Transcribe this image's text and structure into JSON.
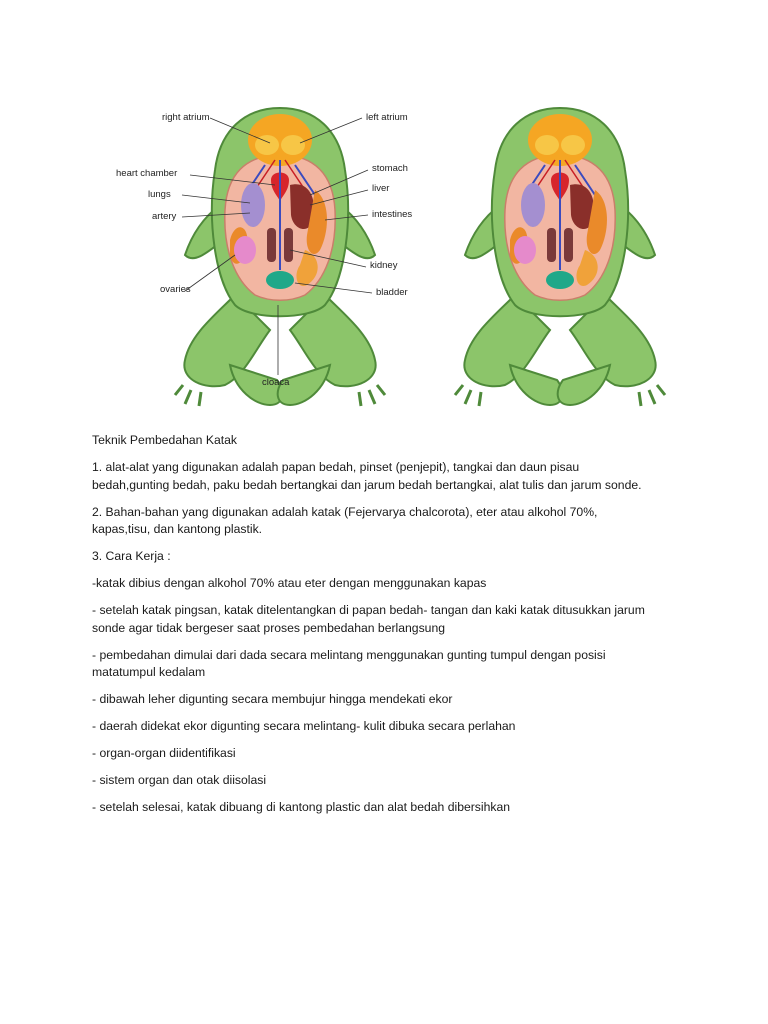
{
  "diagram": {
    "labels": {
      "right_atrium": "right atrium",
      "left_atrium": "left atrium",
      "heart_chamber": "heart chamber",
      "stomach": "stomach",
      "lungs": "lungs",
      "liver": "liver",
      "artery": "artery",
      "intestines": "intestines",
      "kidney": "kidney",
      "ovaries": "ovaries",
      "bladder": "bladder",
      "cloaca": "cloaca"
    }
  },
  "document": {
    "title": "Teknik Pembedahan Katak",
    "paragraphs": [
      "1. alat-alat yang digunakan adalah papan bedah, pinset (penjepit), tangkai dan daun pisau bedah,gunting bedah, paku bedah bertangkai dan jarum bedah bertangkai, alat tulis dan jarum sonde.",
      "2. Bahan-bahan yang digunakan adalah katak (Fejervarya chalcorota), eter atau alkohol 70%, kapas,tisu, dan kantong plastik.",
      "3. Cara Kerja :",
      "-katak dibius dengan alkohol 70% atau eter dengan menggunakan kapas",
      "- setelah katak pingsan, katak ditelentangkan di papan bedah- tangan dan kaki katak ditusukkan jarum sonde agar tidak bergeser saat proses pembedahan berlangsung",
      "- pembedahan dimulai dari dada secara melintang menggunakan gunting tumpul dengan posisi matatumpul kedalam",
      "- dibawah leher digunting secara membujur hingga mendekati ekor",
      "- daerah didekat ekor digunting secara melintang- kulit dibuka secara perlahan",
      "- organ-organ diidentifikasi",
      "- sistem organ dan otak diisolasi",
      "- setelah selesai, katak dibuang di kantong plastic dan alat bedah dibersihkan"
    ]
  }
}
